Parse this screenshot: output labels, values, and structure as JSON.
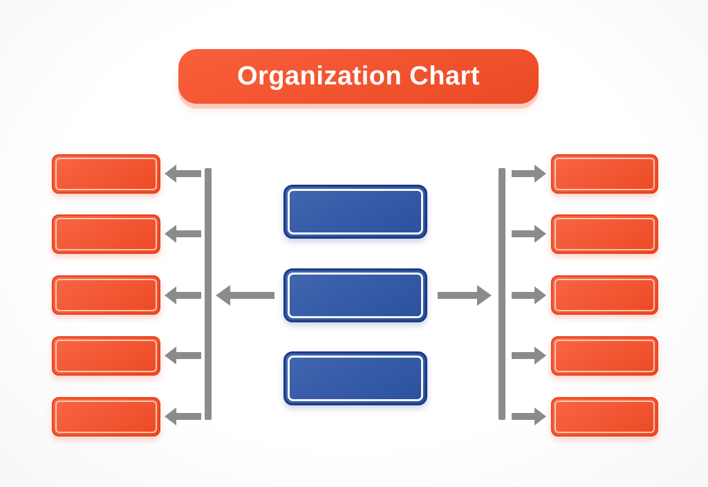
{
  "title": {
    "label": "Organization Chart"
  },
  "colors": {
    "background": "#ffffff",
    "orange": "#f84d26",
    "orange_edge": "#e8421c",
    "orange_inner_line": "#ffd9c7",
    "blue": "#2d55a7",
    "blue_edge": "#1c3a85",
    "blue_inner_line": "#ffffff",
    "connector": "#8b8b8b",
    "banner_shadow": "#fcccc0",
    "title_text": "#ffffff"
  },
  "diagram": {
    "type": "org-chart",
    "center_nodes": [
      {
        "id": "center-1",
        "label": ""
      },
      {
        "id": "center-2",
        "label": ""
      },
      {
        "id": "center-3",
        "label": ""
      }
    ],
    "left_nodes": [
      {
        "id": "left-1",
        "label": ""
      },
      {
        "id": "left-2",
        "label": ""
      },
      {
        "id": "left-3",
        "label": ""
      },
      {
        "id": "left-4",
        "label": ""
      },
      {
        "id": "left-5",
        "label": ""
      }
    ],
    "right_nodes": [
      {
        "id": "right-1",
        "label": ""
      },
      {
        "id": "right-2",
        "label": ""
      },
      {
        "id": "right-3",
        "label": ""
      },
      {
        "id": "right-4",
        "label": ""
      },
      {
        "id": "right-5",
        "label": ""
      }
    ],
    "connectors": {
      "left_branch_arrows": {
        "count": 5,
        "direction": "left"
      },
      "right_branch_arrows": {
        "count": 5,
        "direction": "right"
      },
      "center_arrows": [
        "left",
        "right"
      ]
    }
  }
}
